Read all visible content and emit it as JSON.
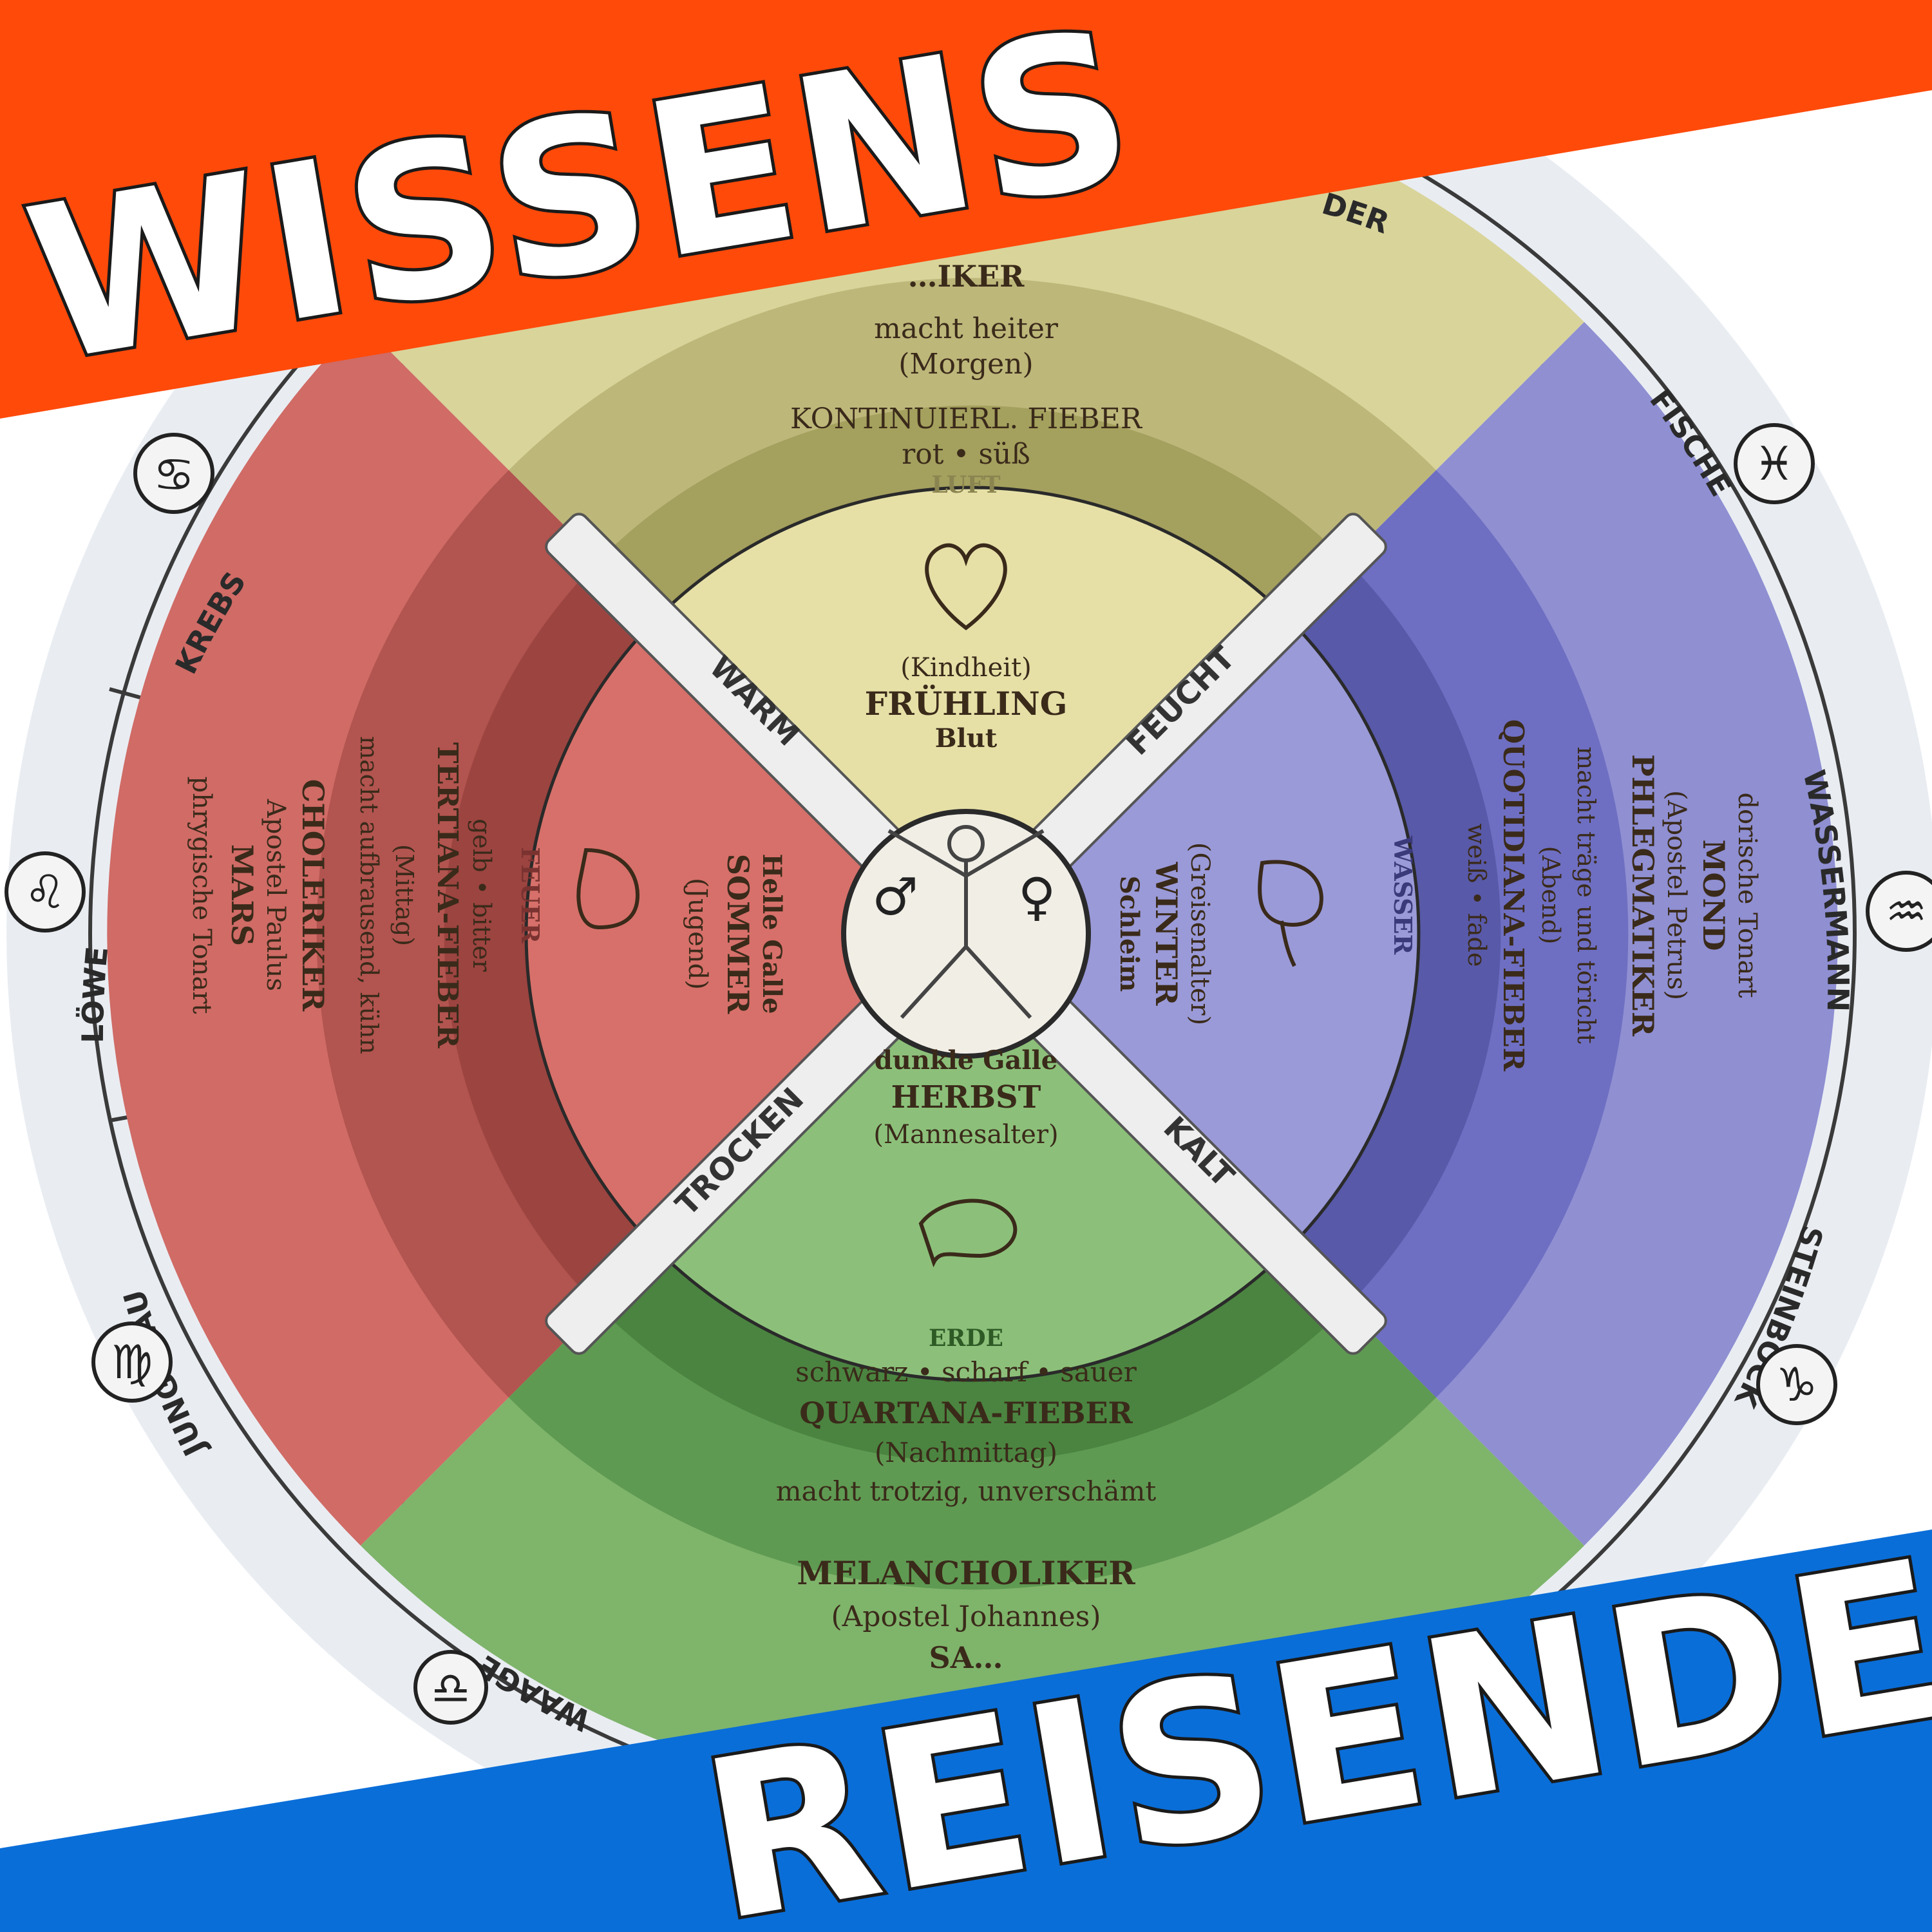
{
  "title": {
    "top": "WISSENS",
    "bottom": "REISENDE"
  },
  "colors": {
    "top_banner": "#ff4a0a",
    "bottom_banner": "#0a6ed8",
    "sanguine": "#d9d49a",
    "sanguine_dark": "#bdb77a",
    "choleric": "#d06b66",
    "choleric_dark": "#b2544f",
    "phlegmatic": "#8f8fd2",
    "phlegmatic_dark": "#6e6fc2",
    "melancholic": "#7fb46b",
    "melancholic_dark": "#5f9a52",
    "outer_ring": "#e9edf2"
  },
  "zodiac": {
    "krebs": "KREBS",
    "loewe": "LÖWE",
    "jungfrau": "JUNGFRAU",
    "waage": "WAAGE",
    "fische": "FISCHE",
    "wassermann": "WASSERMANN",
    "steinbock": "STEINBOCK",
    "top_partial": "DER",
    "krebs_icon": "cancer-icon",
    "loewe_icon": "leo-icon",
    "jungfrau_icon": "virgo-icon",
    "waage_icon": "libra-icon",
    "fische_icon": "pisces-icon",
    "wassermann_icon": "aquarius-icon",
    "steinbock_icon": "capricorn-icon"
  },
  "qualities": {
    "warm": "WARM",
    "feucht": "FEUCHT",
    "trocken": "TROCKEN",
    "kalt": "KALT"
  },
  "sanguine": {
    "outer_title": "…IKER",
    "line1": "macht heiter",
    "line2": "(Morgen)",
    "line3": "KONTINUIERL. FIEBER",
    "line4": "rot • süß",
    "element": "LUFT",
    "inner1": "(Kindheit)",
    "inner2": "FRÜHLING",
    "inner3": "Blut",
    "organ_icon": "heart-icon"
  },
  "choleric": {
    "line1": "phrygische Tonart",
    "line2": "MARS",
    "line3": "Apostel Paulus",
    "line4": "CHOLERIKER",
    "line5": "macht aufbrausend, kühn",
    "line6": "(Mittag)",
    "line7": "TERTIANA-FIEBER",
    "line8": "gelb • bitter",
    "element": "FEUER",
    "inner1": "(Jugend)",
    "inner2": "SOMMER",
    "inner3": "Helle Galle",
    "organ_icon": "liver-icon"
  },
  "phlegmatic": {
    "line1": "dorische Tonart",
    "line2": "MOND",
    "line3": "(Apostel Petrus)",
    "line4": "PHLEGMATIKER",
    "line5": "macht träge und töricht",
    "line6": "(Abend)",
    "line7": "QUOTIDIANA-FIEBER",
    "line8": "weiß • fade",
    "element": "WASSER",
    "inner1": "(Greisenalter)",
    "inner2": "WINTER",
    "inner3": "Schleim",
    "organ_icon": "brain-icon"
  },
  "melancholic": {
    "inner1": "dunkle Galle",
    "inner2": "HERBST",
    "inner3": "(Mannesalter)",
    "element": "ERDE",
    "line1": "schwarz • scharf • sauer",
    "line2": "QUARTANA-FIEBER",
    "line3": "(Nachmittag)",
    "line4": "macht trotzig, unverschämt",
    "line5": "MELANCHOLIKER",
    "line6": "(Apostel Johannes)",
    "line7": "SA…",
    "organ_icon": "spleen-icon"
  },
  "center": {
    "male_symbol": "♂",
    "female_symbol": "♀",
    "figure_icon": "vitruvian-figure-icon"
  }
}
